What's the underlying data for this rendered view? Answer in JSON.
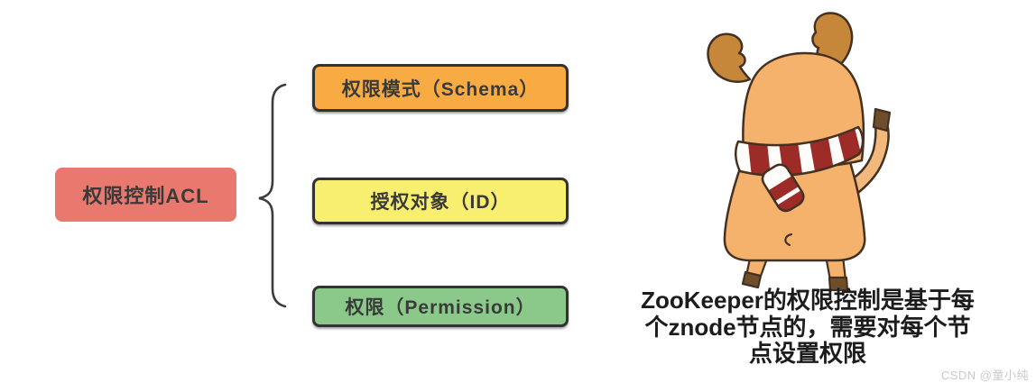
{
  "diagram": {
    "root": {
      "label": "权限控制ACL",
      "color": "#E9796F"
    },
    "branches": [
      {
        "label": "权限模式（Schema）",
        "color": "#F8AB43"
      },
      {
        "label": "授权对象（ID）",
        "color": "#F8EE70"
      },
      {
        "label": "权限（Permission）",
        "color": "#8BC98B"
      }
    ],
    "border_color": "#333333",
    "brace_color": "#3c3c3c"
  },
  "caption": {
    "lines": [
      "ZooKeeper的权限控制是基于每",
      "个znode节点的，需要对每个节",
      "点设置权限"
    ],
    "full_text": "ZooKeeper的权限控制是基于每个znode节点的，需要对每个节点设置权限"
  },
  "watermark": {
    "text": "CSDN @童小纯",
    "color": "#C7C9CD"
  },
  "illustration": {
    "name": "reindeer-mascot",
    "colors": {
      "body": "#F5B26C",
      "arm": "#F2B87C",
      "antler": "#C6873A",
      "hoof": "#6F4F2B",
      "scarf_red": "#9D2B27",
      "scarf_white": "#FEFDFA",
      "outline": "#453122"
    }
  }
}
